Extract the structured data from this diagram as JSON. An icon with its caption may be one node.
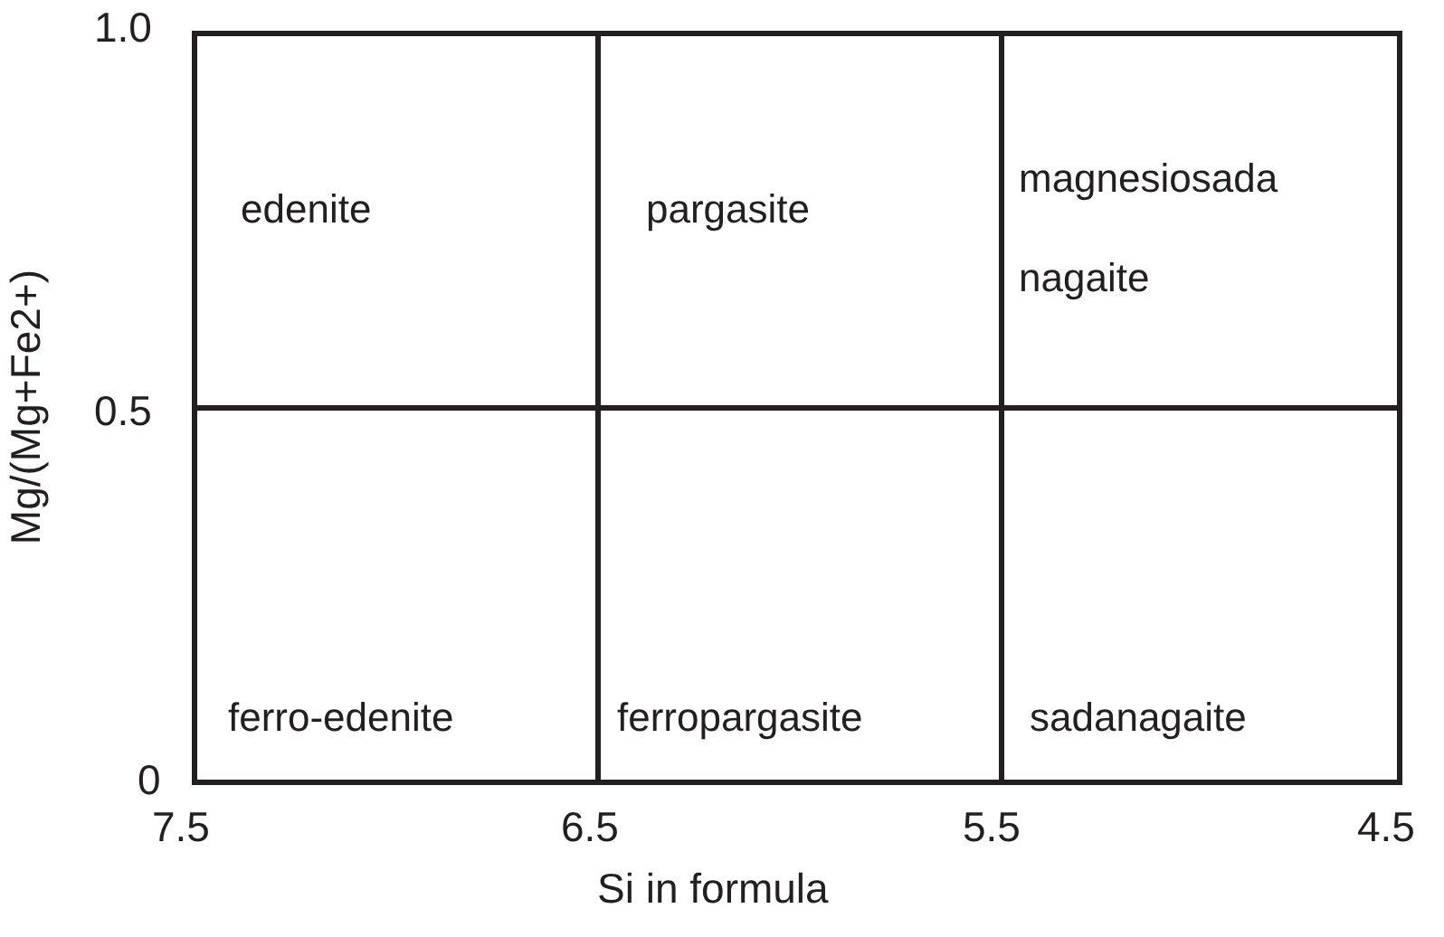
{
  "diagram": {
    "nodes": [
      {
        "text": [
          "edenite"
        ]
      },
      {
        "text": [
          "pargasite"
        ]
      },
      {
        "text": [
          "magnesiosada nagaite"
        ]
      },
      {
        "text": [
          "ferro-edenite"
        ]
      },
      {
        "text": [
          "ferropargasite"
        ]
      },
      {
        "text": [
          "sadanagaite"
        ]
      }
    ],
    "labels": [
      "1.0",
      "0.5",
      "0",
      "7.5",
      "6.5",
      "5.5",
      "4.5",
      "Mg/(Mg+Fe2+)",
      "Si in formula"
    ]
  }
}
